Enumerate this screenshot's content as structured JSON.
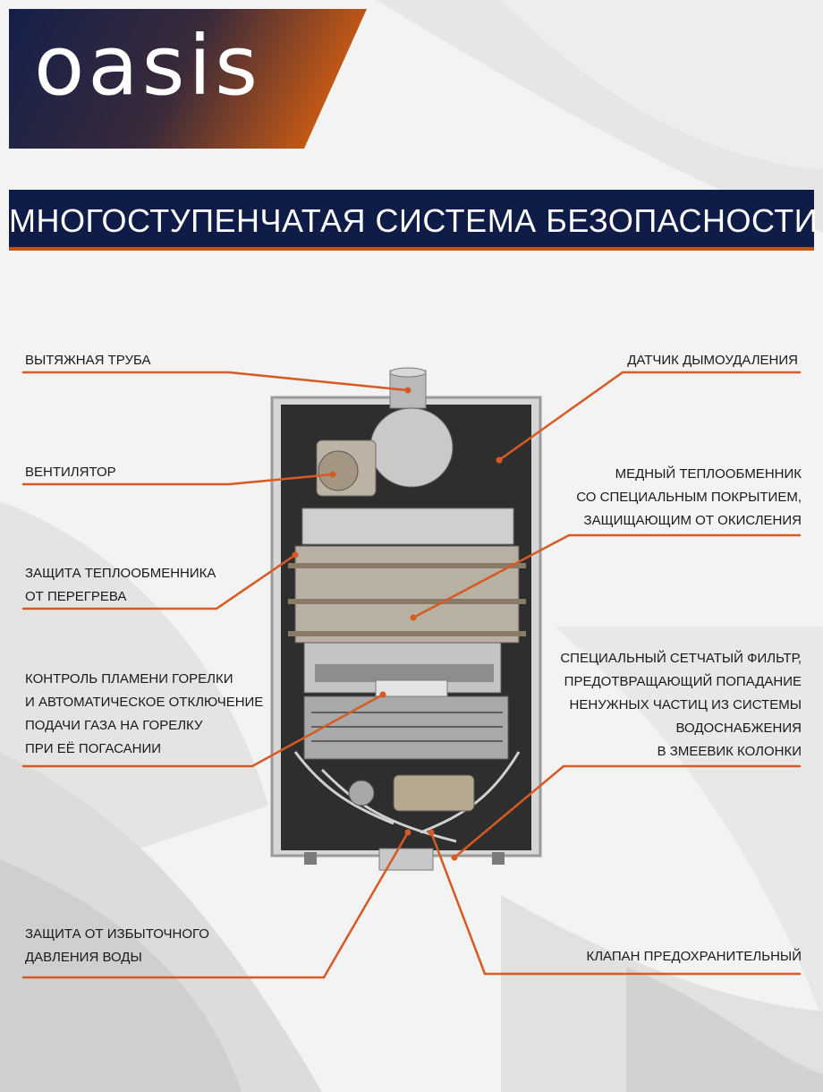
{
  "brand": {
    "logo_text": "oasis"
  },
  "header": {
    "title": "МНОГОСТУПЕНЧАТАЯ СИСТЕМА БЕЗОПАСНОСТИ"
  },
  "colors": {
    "navy": "#0e1c47",
    "orange": "#c2541a",
    "leader_line": "#d65a22"
  },
  "callouts": {
    "exhaust_pipe": "ВЫТЯЖНАЯ ТРУБА",
    "fan": "ВЕНТИЛЯТОР",
    "overheat_protection": [
      "ЗАЩИТА ТЕПЛООБМЕННИКА",
      "ОТ ПЕРЕГРЕВА"
    ],
    "flame_control": [
      "КОНТРОЛЬ ПЛАМЕНИ ГОРЕЛКИ",
      "И АВТОМАТИЧЕСКОЕ ОТКЛЮЧЕНИЕ",
      "ПОДАЧИ ГАЗА НА ГОРЕЛКУ",
      "ПРИ ЕЁ ПОГАСАНИИ"
    ],
    "overpressure": [
      "ЗАЩИТА ОТ ИЗБЫТОЧНОГО",
      "ДАВЛЕНИЯ ВОДЫ"
    ],
    "smoke_sensor": "ДАТЧИК ДЫМОУДАЛЕНИЯ",
    "heat_exchanger": [
      "МЕДНЫЙ ТЕПЛООБМЕННИК",
      "СО СПЕЦИАЛЬНЫМ ПОКРЫТИЕМ,",
      "ЗАЩИЩАЮЩИМ ОТ ОКИСЛЕНИЯ"
    ],
    "mesh_filter": [
      "СПЕЦИАЛЬНЫЙ СЕТЧАТЫЙ ФИЛЬТР,",
      "ПРЕДОТВРАЩАЮЩИЙ ПОПАДАНИЕ",
      "НЕНУЖНЫХ ЧАСТИЦ ИЗ СИСТЕМЫ",
      "ВОДОСНАБЖЕНИЯ",
      "В ЗМЕЕВИК КОЛОНКИ"
    ],
    "safety_valve": "КЛАПАН ПРЕДОХРАНИТЕЛЬНЫЙ"
  }
}
